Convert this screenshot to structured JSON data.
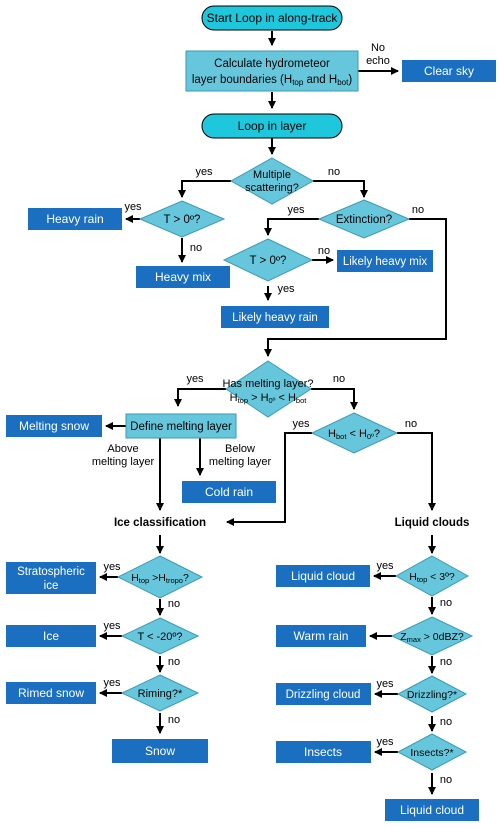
{
  "colors": {
    "dark_box": "#1a6fc0",
    "light_fill": "#66c7dc",
    "stroke": "#3a9ab3",
    "arrow": "#000000"
  },
  "nodes": {
    "start_loop": "Start Loop in along-track",
    "calc_line1": "Calculate hydrometeor",
    "calc_line2_prefix": "layer boundaries (H",
    "calc_top_sub": "top",
    "calc_and": " and H",
    "calc_bot_sub": "bot",
    "calc_close": ")",
    "clear_sky": "Clear sky",
    "loop_in_layer": "Loop in layer",
    "multiple_scattering_1": "Multiple",
    "multiple_scattering_2": "scattering?",
    "t_gt_0_left": "T > 0º?",
    "heavy_rain": "Heavy rain",
    "heavy_mix": "Heavy mix",
    "extinction": "Extinction?",
    "t_gt_0_mid": "T > 0º?",
    "likely_heavy_mix": "Likely heavy mix",
    "likely_heavy_rain": "Likely heavy rain",
    "has_melting_1": "Has melting layer?",
    "has_melting_2_h": "H",
    "has_melting_2_top": "top",
    "has_melting_2_mid": " > H",
    "has_melting_2_zero": "0º",
    "has_melting_2_lt": " < H",
    "has_melting_2_bot": "bot",
    "define_melting": "Define melting layer",
    "melting_snow": "Melting snow",
    "cold_rain": "Cold rain",
    "hbot_h": "H",
    "hbot_sub": "bot",
    "hbot_mid": " < H",
    "hbot_zero": "0º",
    "hbot_q": "?",
    "ice_classification": "Ice classification",
    "liquid_clouds": "Liquid clouds",
    "htop_tropo_h": "H",
    "htop_tropo_top": "top",
    "htop_tropo_mid": " >H",
    "htop_tropo_sub": "tropo",
    "htop_tropo_q": "?",
    "strat_ice_1": "Stratospheric",
    "strat_ice_2": "ice",
    "t_lt_m20": "T < -20º?",
    "ice": "Ice",
    "riming": "Riming?*",
    "rimed_snow": "Rimed snow",
    "snow": "Snow",
    "htop_3_h": "H",
    "htop_3_top": "top",
    "htop_3_rest": " < 3º?",
    "liquid_cloud_1": "Liquid cloud",
    "zmax_z": "Z",
    "zmax_sub": "max",
    "zmax_rest": " > 0dBZ?",
    "warm_rain": "Warm rain",
    "drizzling": "Drizzling?*",
    "drizzling_cloud": "Drizzling cloud",
    "insects_q": "Insects?*",
    "insects": "Insects",
    "liquid_cloud_2": "Liquid cloud"
  },
  "labels": {
    "yes": "yes",
    "no": "no",
    "no_echo_1": "No",
    "no_echo_2": "echo",
    "above_1": "Above",
    "above_2": "melting layer",
    "below_1": "Below",
    "below_2": "melting layer"
  }
}
